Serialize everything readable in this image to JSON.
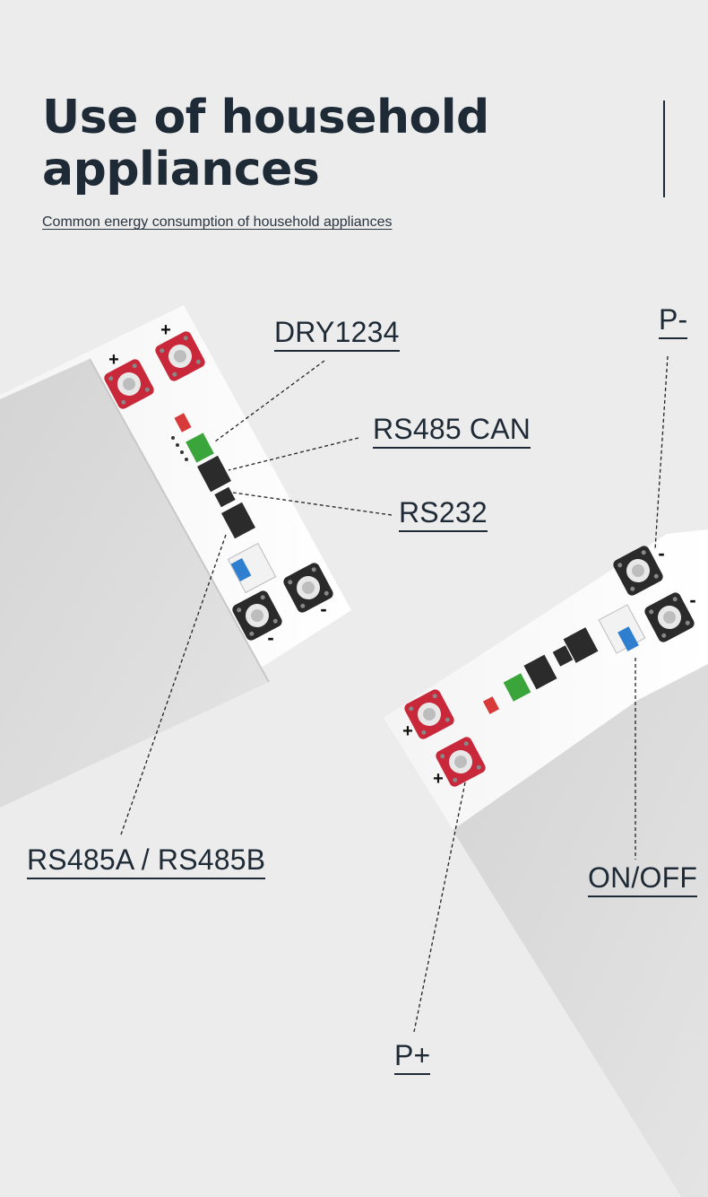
{
  "header": {
    "title": "Use of household\nappliances",
    "subtitle": "Common energy consumption of household appliances"
  },
  "callouts": {
    "dry": "DRY1234",
    "rs485can": "RS485 CAN",
    "rs232": "RS232",
    "rs485ab": "RS485A / RS485B",
    "pminus": "P-",
    "onoff": "ON/OFF",
    "pplus": "P+"
  },
  "terminal_signs": {
    "plus": "+",
    "minus": "-"
  },
  "colors": {
    "background": "#ececec",
    "battery_body": "#dadada",
    "terminal_red": "#c8283a",
    "terminal_black": "#2a2a2a",
    "connector_green": "#3aa53a",
    "breaker_blue": "#2f7fd0",
    "text_dark": "#1e2a35"
  }
}
